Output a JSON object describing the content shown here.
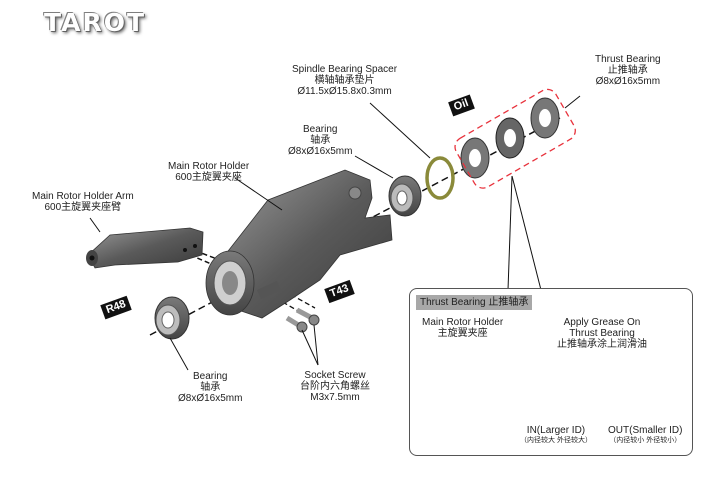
{
  "brand": {
    "logo_text": "TAROT"
  },
  "labels": {
    "spindle_spacer": {
      "en": "Spindle Bearing Spacer",
      "cn": "横轴轴承垫片",
      "spec": "Ø11.5xØ15.8x0.3mm"
    },
    "thrust_bearing": {
      "en": "Thrust Bearing",
      "cn": "止推轴承",
      "spec": "Ø8xØ16x5mm"
    },
    "bearing_top": {
      "en": "Bearing",
      "cn": "轴承",
      "spec": "Ø8xØ16x5mm"
    },
    "main_rotor_holder": {
      "en": "Main Rotor Holder",
      "cn": "600主旋翼夹座"
    },
    "main_rotor_holder_arm": {
      "en": "Main Rotor Holder Arm",
      "cn": "600主旋翼夹座臂"
    },
    "bearing_bottom": {
      "en": "Bearing",
      "cn": "轴承",
      "spec": "Ø8xØ16x5mm"
    },
    "socket_screw": {
      "en": "Socket Screw",
      "cn": "台阶内六角螺丝",
      "spec": "M3x7.5mm"
    }
  },
  "tags": {
    "oil": "Oil",
    "r48": "R48",
    "t43": "T43"
  },
  "callout": {
    "title": "Thrust Bearing  止推轴承",
    "holder_en": "Main Rotor Holder",
    "holder_cn": "主旋翼夹座",
    "grease_line1": "Apply Grease On",
    "grease_line2": "Thrust Bearing",
    "grease_cn": "止推轴承涂上润滑油",
    "in_label": "IN(Larger ID)",
    "in_cn": "（内径较大 外径较大）",
    "out_label": "OUT(Smaller ID)",
    "out_cn": "（内径较小 外径较小）"
  },
  "colors": {
    "highlight_dash": "#e8323c",
    "grease": "#f08a1c",
    "spacer": "#8a8a3a"
  }
}
